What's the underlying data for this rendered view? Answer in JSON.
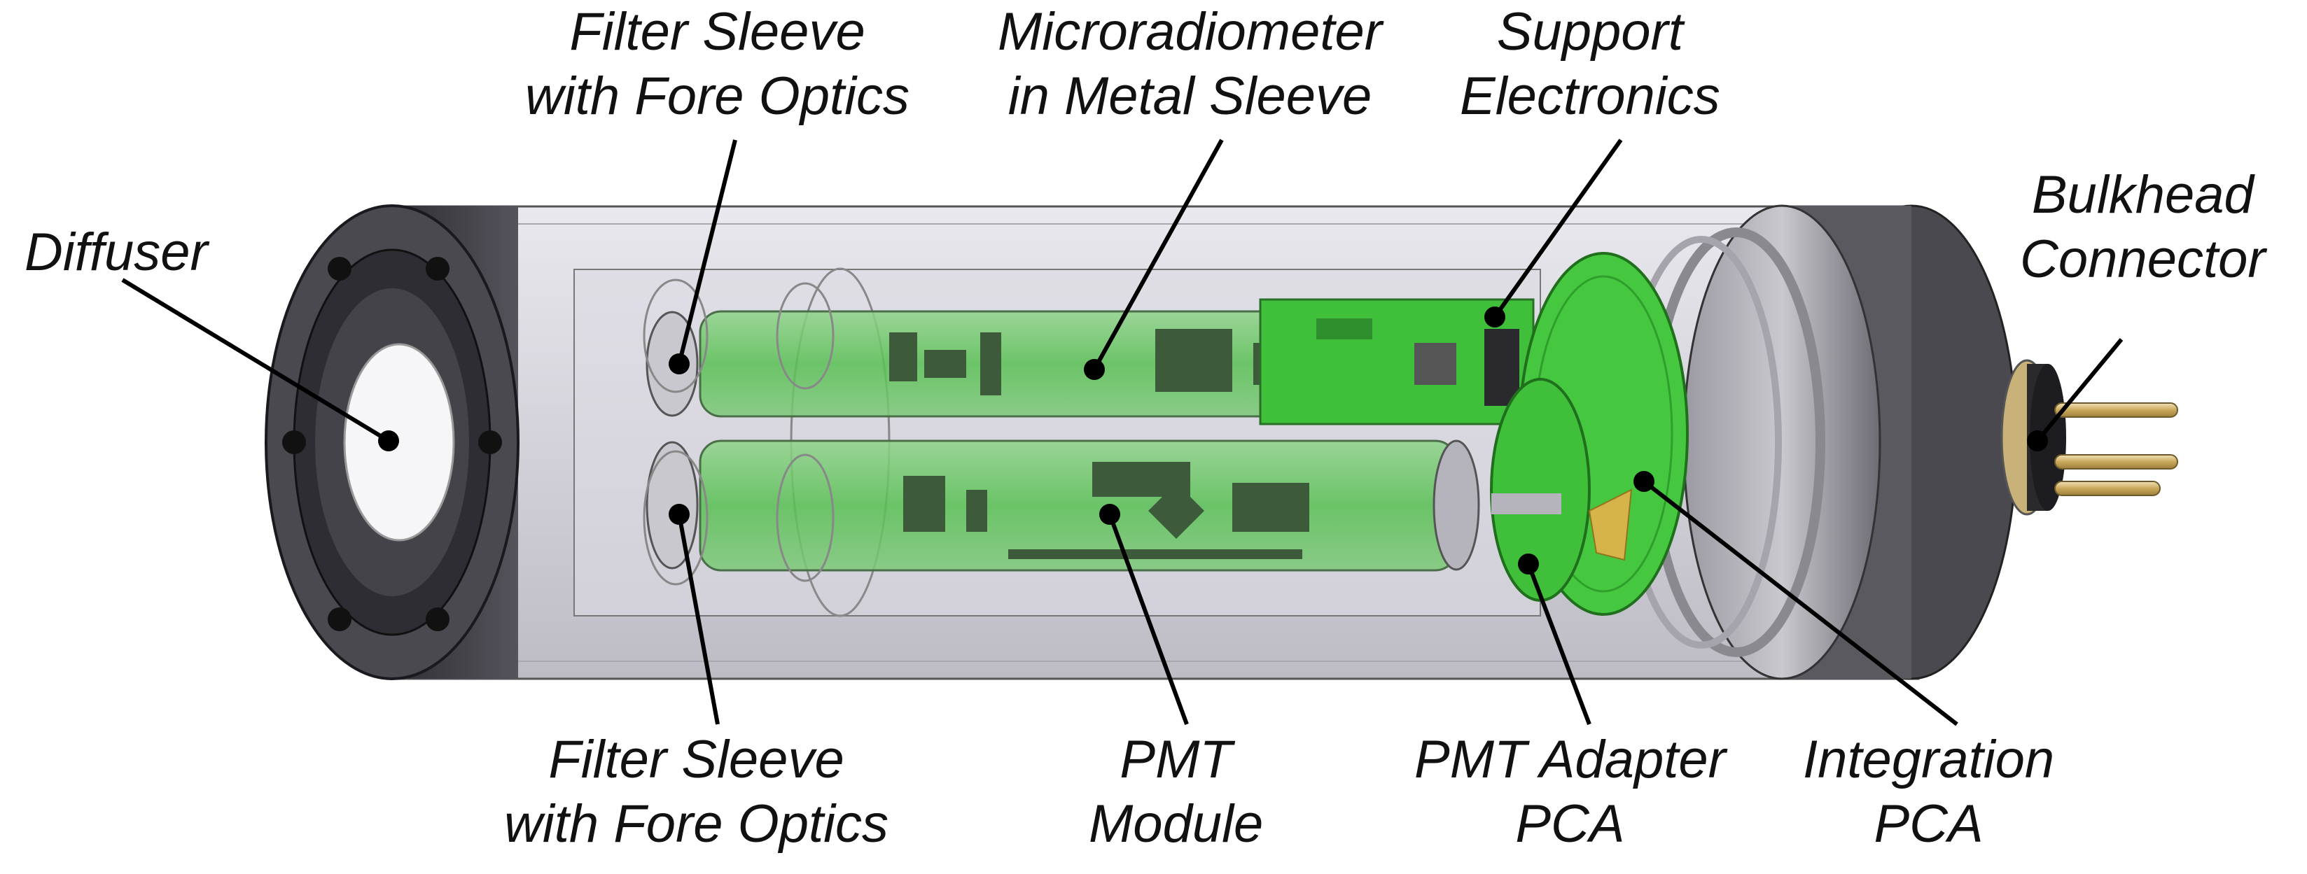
{
  "labels": {
    "diffuser": {
      "line1": "Diffuser"
    },
    "filter_sleeve_top": {
      "line1": "Filter Sleeve",
      "line2": "with Fore Optics"
    },
    "microradiometer": {
      "line1": "Microradiometer",
      "line2": "in Metal Sleeve"
    },
    "support_electronics": {
      "line1": "Support",
      "line2": "Electronics"
    },
    "bulkhead_connector": {
      "line1": "Bulkhead",
      "line2": "Connector"
    },
    "filter_sleeve_bottom": {
      "line1": "Filter Sleeve",
      "line2": "with Fore Optics"
    },
    "pmt_module": {
      "line1": "PMT",
      "line2": "Module"
    },
    "pmt_adapter": {
      "line1": "PMT Adapter",
      "line2": "PCA"
    },
    "integration_pca": {
      "line1": "Integration",
      "line2": "PCA"
    }
  },
  "colors": {
    "housing": "#d9d8de",
    "flange": "#3f3e45",
    "board_green": "#3fbf3a",
    "board_dark": "#2f8f2c",
    "leader": "#000000"
  }
}
